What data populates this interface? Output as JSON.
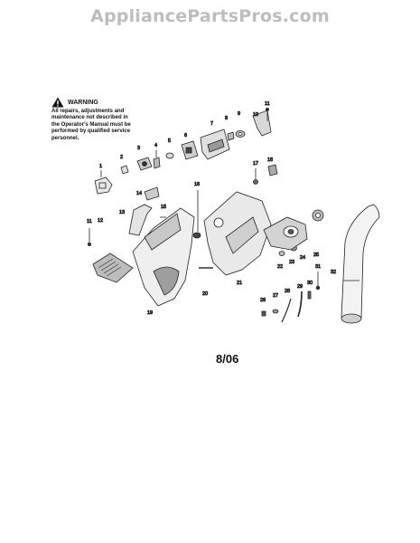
{
  "watermark": "AppliancePartsPros.com",
  "warning": {
    "title": "WARNING",
    "text": "All repairs, adjustments and maintenance not described in the Operator's Manual must be performed by qualified service personnel."
  },
  "date_code": "8/06",
  "callouts": [
    "1",
    "2",
    "3",
    "4",
    "5",
    "6",
    "7",
    "8",
    "9",
    "10",
    "11",
    "11",
    "12",
    "13",
    "14",
    "15",
    "16",
    "17",
    "18",
    "19",
    "20",
    "21",
    "22",
    "23",
    "24",
    "25",
    "26",
    "27",
    "28",
    "29",
    "30",
    "31",
    "32"
  ]
}
